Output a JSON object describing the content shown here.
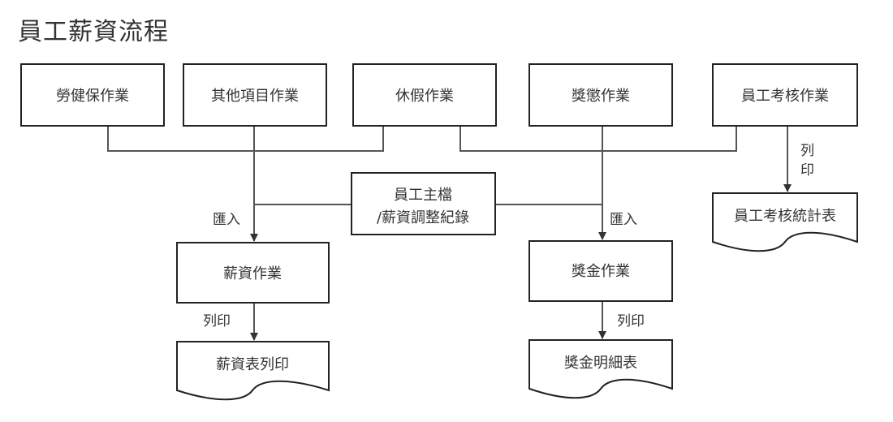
{
  "title": "員工薪資流程",
  "nodes": {
    "labor_health": "勞健保作業",
    "other_items": "其他項目作業",
    "leave": "休假作業",
    "reward_penalty": "獎懲作業",
    "appraisal": "員工考核作業",
    "master_line1": "員工主檔",
    "master_line2": "/薪資調整紀錄",
    "salary": "薪資作業",
    "bonus": "獎金作業",
    "salary_report": "薪資表列印",
    "bonus_report": "獎金明細表",
    "appraisal_report": "員工考核統計表"
  },
  "edge_labels": {
    "import_left": "匯入",
    "import_right": "匯入",
    "print_salary": "列印",
    "print_bonus": "列印",
    "print_appraisal_1": "列",
    "print_appraisal_2": "印"
  }
}
